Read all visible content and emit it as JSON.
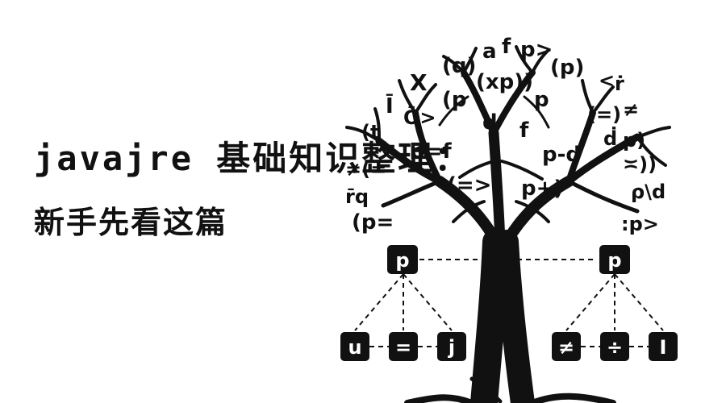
{
  "title_line_1": "javajre 基础知识整理：",
  "title_line_2": "新手先看这篇",
  "tree": {
    "root_nodes": [
      "p",
      "p"
    ],
    "left_children": [
      "u",
      "=",
      "j"
    ],
    "right_children": [
      "≠",
      "÷",
      "I"
    ],
    "symbols": [
      "(q)",
      "a",
      "f",
      "p>",
      "(p)",
      "X",
      "(xp))",
      "<",
      "ṙ",
      "(p",
      "p",
      "(=)",
      "≠",
      "Ī",
      "Ō>",
      "d",
      "f",
      "ḋ",
      "p)",
      "(t",
      "p=f",
      "p-d",
      "≍))",
      "≠(=",
      "(=>",
      "p+)",
      "ρ\\d",
      "r̄q",
      "(p=",
      ":p>"
    ],
    "colors": {
      "ink": "#111111",
      "background": "#ffffff"
    }
  }
}
